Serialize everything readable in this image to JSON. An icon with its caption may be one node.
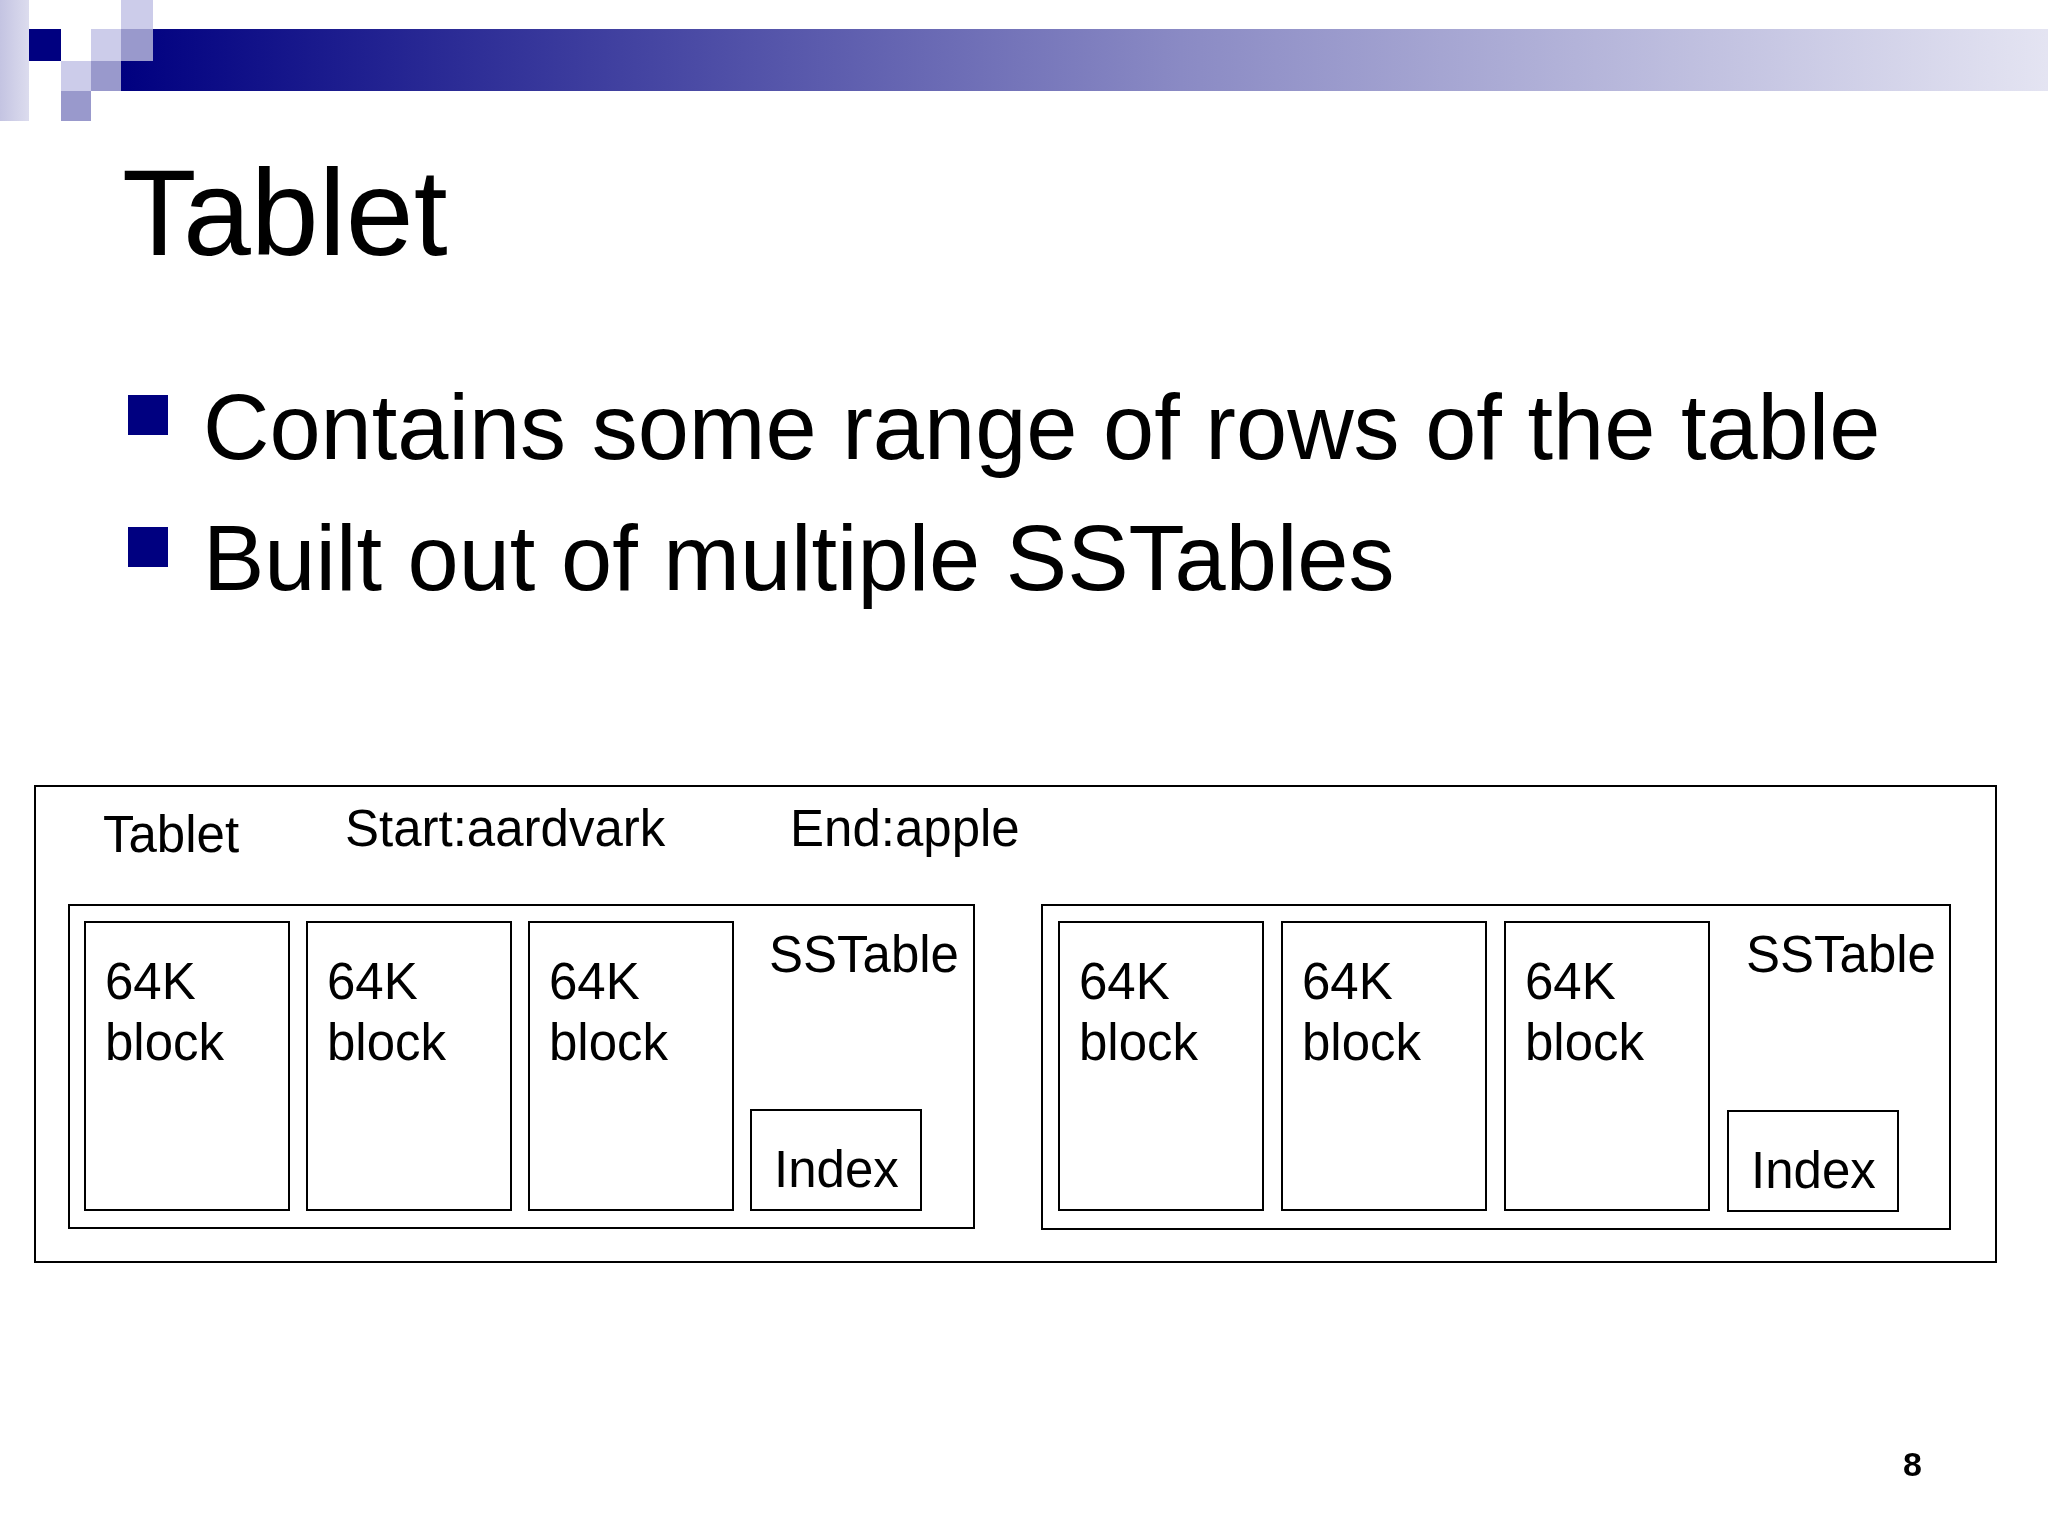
{
  "diagram": {
    "title": "Tablet",
    "nodes": [
      {
        "text": [
          "Tablet",
          "Start:aardvark",
          "End:apple"
        ]
      },
      {
        "text": [
          "SSTable"
        ],
        "in": 0
      },
      {
        "text": [
          "64K block"
        ],
        "in": 1
      },
      {
        "text": [
          "64K block"
        ],
        "in": 1
      },
      {
        "text": [
          "64K block"
        ],
        "in": 1
      },
      {
        "text": [
          "Index"
        ],
        "in": 1
      },
      {
        "text": [
          "SSTable"
        ],
        "in": 0
      },
      {
        "text": [
          "64K block"
        ],
        "in": 6
      },
      {
        "text": [
          "64K block"
        ],
        "in": 6
      },
      {
        "text": [
          "64K block"
        ],
        "in": 6
      },
      {
        "text": [
          "Index"
        ],
        "in": 6
      }
    ],
    "labels": [
      "Contains some range of rows of the table",
      "Built out of multiple SSTables",
      "8"
    ]
  }
}
